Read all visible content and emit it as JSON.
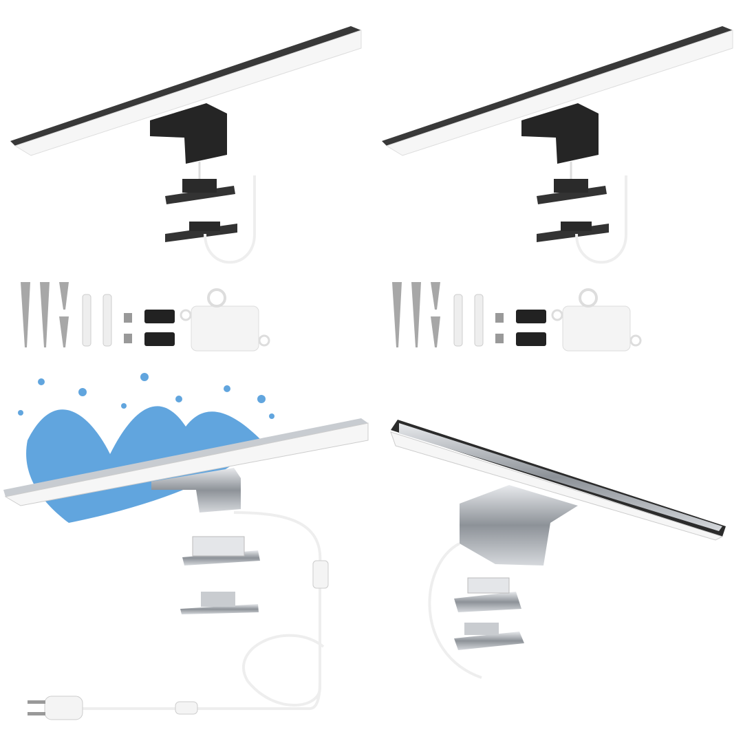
{
  "colors": {
    "background": "#ffffff",
    "black_finish": "#2b2b2b",
    "chrome": "#b8bcc2",
    "led_diffuser": "#f7f7f7",
    "water": "#3a8fd6",
    "wire": "#f2f2f2"
  },
  "panels": [
    {
      "name": "black-lamp-with-kit"
    },
    {
      "name": "black-lamp-with-kit-alt"
    },
    {
      "name": "chrome-lamp-waterproof-with-plug"
    },
    {
      "name": "chrome-lamp-hardwired"
    }
  ]
}
